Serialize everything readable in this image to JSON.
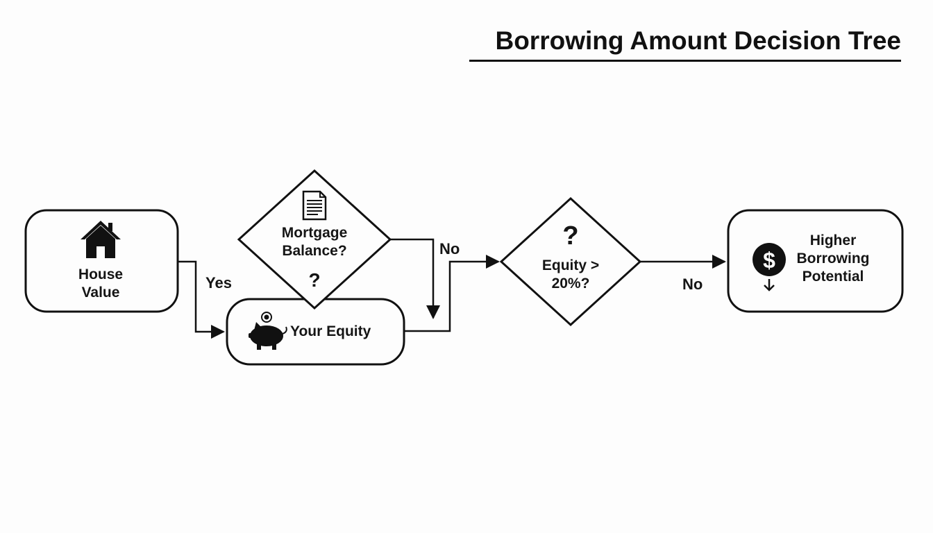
{
  "title": "Borrowing Amount Decision Tree",
  "nodes": {
    "house_value": {
      "label_line1": "House",
      "label_line2": "Value",
      "icon": "house-icon"
    },
    "mortgage_balance": {
      "label_line1": "Mortgage",
      "label_line2": "Balance?",
      "mark": "?",
      "icon": "document-icon"
    },
    "your_equity": {
      "label": "Your Equity",
      "icon": "piggy-bank-icon"
    },
    "equity_check": {
      "mark": "?",
      "label_line1": "Equity >",
      "label_line2": "20%?"
    },
    "higher_borrowing": {
      "label_line1": "Higher",
      "label_line2": "Borrowing",
      "label_line3": "Potential",
      "icon": "dollar-down-icon"
    }
  },
  "edges": {
    "yes": "Yes",
    "no_top": "No",
    "no_right": "No"
  }
}
